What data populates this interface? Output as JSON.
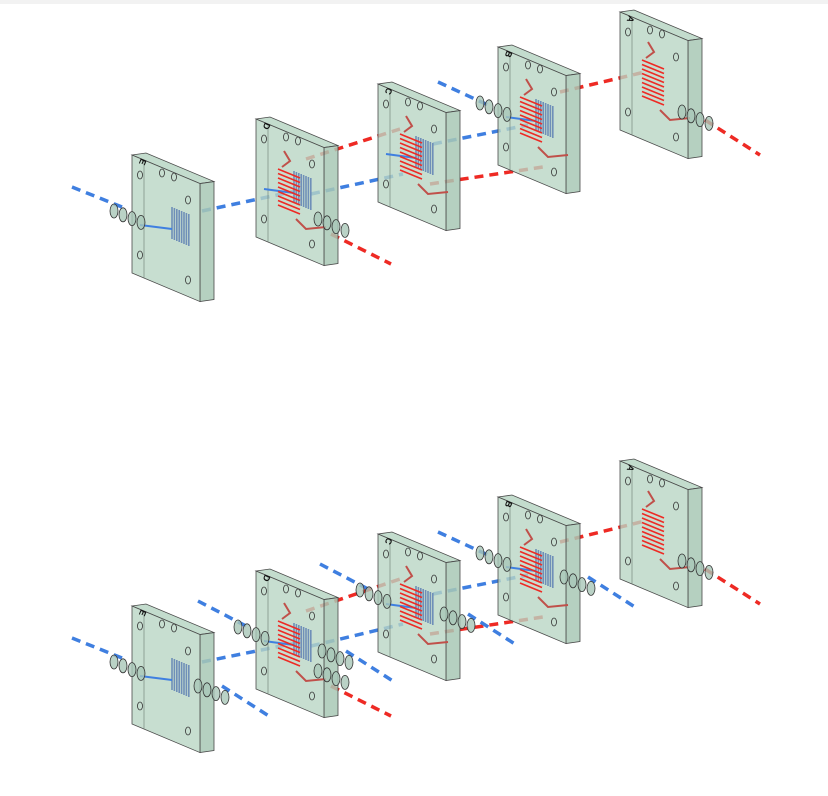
{
  "colors": {
    "plate_fill": "#b9d6c4",
    "plate_stroke": "#4a4a4a",
    "red_channel": "#ee2a24",
    "blue_channel": "#3f7fe0",
    "blue_serpentine": "#6f8fb8"
  },
  "panels": [
    {
      "name": "top-assembly",
      "plates": [
        {
          "label": "E",
          "channels": [
            "blue"
          ]
        },
        {
          "label": "D",
          "channels": [
            "red",
            "blue"
          ]
        },
        {
          "label": "C",
          "channels": [
            "red",
            "blue"
          ]
        },
        {
          "label": "B",
          "channels": [
            "red",
            "blue"
          ]
        },
        {
          "label": "A",
          "channels": [
            "red"
          ]
        }
      ]
    },
    {
      "name": "bottom-assembly",
      "plates": [
        {
          "label": "E",
          "channels": [
            "blue"
          ]
        },
        {
          "label": "D",
          "channels": [
            "red",
            "blue"
          ]
        },
        {
          "label": "C",
          "channels": [
            "red",
            "blue"
          ]
        },
        {
          "label": "B",
          "channels": [
            "red",
            "blue"
          ]
        },
        {
          "label": "A",
          "channels": [
            "red"
          ]
        }
      ]
    }
  ]
}
